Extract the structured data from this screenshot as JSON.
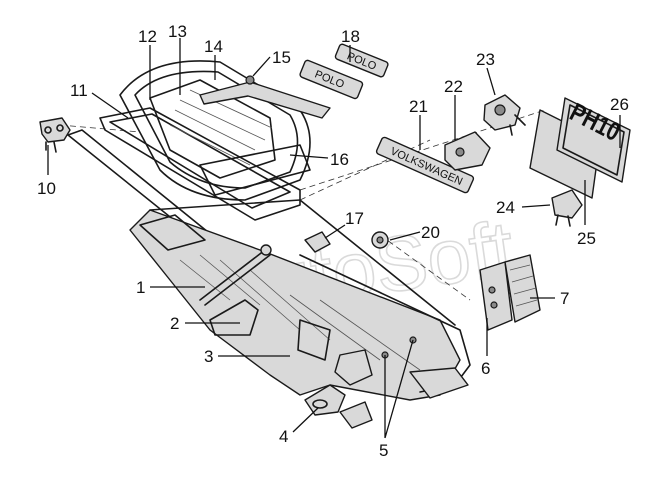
{
  "watermark": "AutoSoft",
  "plates": {
    "small_1": "POLO",
    "small_2": "POLO",
    "badge": "VOLKSWAGEN",
    "registration": "PH10"
  },
  "callouts": [
    "1",
    "2",
    "3",
    "4",
    "5",
    "6",
    "7",
    "10",
    "11",
    "12",
    "13",
    "14",
    "15",
    "16",
    "17",
    "18",
    "20",
    "21",
    "22",
    "23",
    "24",
    "25",
    "26"
  ]
}
